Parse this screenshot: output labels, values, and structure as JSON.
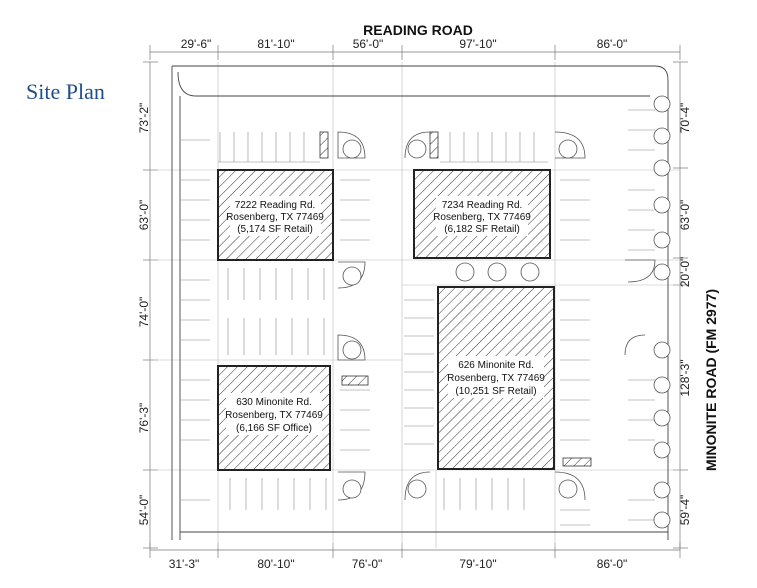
{
  "title": "Site Plan",
  "roads": {
    "north": "READING ROAD",
    "east": "MINONITE ROAD (FM 2977)"
  },
  "dimensions": {
    "top": [
      "29'-6\"",
      "81'-10\"",
      "56'-0\"",
      "97'-10\"",
      "86'-0\""
    ],
    "bottom": [
      "31'-3\"",
      "80'-10\"",
      "76'-0\"",
      "79'-10\"",
      "86'-0\""
    ],
    "left": [
      "73'-2\"",
      "63'-0\"",
      "74'-0\"",
      "76'-3\"",
      "54'-0\""
    ],
    "right": [
      "70'-4\"",
      "63'-0\"",
      "20'-0\"",
      "128'-3\"",
      "59'-4\""
    ]
  },
  "buildings": [
    {
      "address": "7222 Reading Rd.",
      "city": "Rosenberg, TX 77469",
      "detail": "(5,174 SF Retail)"
    },
    {
      "address": "7234 Reading Rd.",
      "city": "Rosenberg, TX 77469",
      "detail": "(6,182 SF Retail)"
    },
    {
      "address": "630 Minonite Rd.",
      "city": "Rosenberg, TX 77469",
      "detail": "(6,166 SF Office)"
    },
    {
      "address": "626 Minonite Rd.",
      "city": "Rosenberg, TX 77469",
      "detail": "(10,251 SF Retail)"
    }
  ],
  "colors": {
    "title": "#1f4e8c",
    "line": "#222222",
    "light_line": "#999999"
  }
}
